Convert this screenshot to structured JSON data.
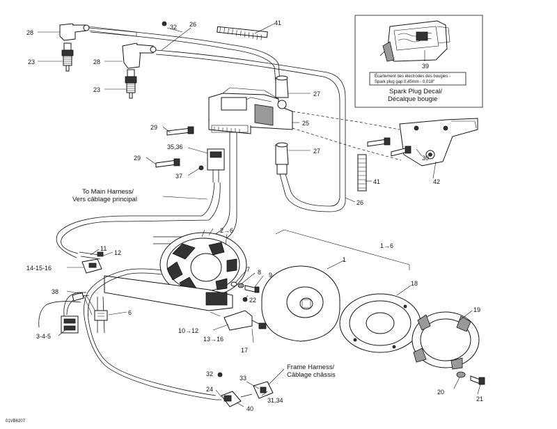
{
  "callouts": {
    "c1": "1",
    "c1to6": "1→6",
    "c2to6": "2→6",
    "c3_4_5": "3-4-5",
    "c6": "6",
    "c7": "7",
    "c8": "8",
    "c9": "9",
    "c10to12": "10→12",
    "c11": "11",
    "c12": "12",
    "c13to16": "13→16",
    "c14_15_16": "14-15-16",
    "c17": "17",
    "c18": "18",
    "c19": "19",
    "c20": "20",
    "c21": "21",
    "c22": "22",
    "c23a": "23",
    "c23b": "23",
    "c24": "24",
    "c25": "25",
    "c26a": "26",
    "c26b": "26",
    "c27a": "27",
    "c27b": "27",
    "c28a": "28",
    "c28b": "28",
    "c29a": "29",
    "c29b": "29",
    "c30": "30",
    "c31_34": "31,34",
    "c32a": "32",
    "c32b": "32",
    "c33": "33",
    "c35_36": "35,36",
    "c37": "37",
    "c38": "38",
    "c39": "39",
    "c40": "40",
    "c41a": "41",
    "c41b": "41",
    "c42": "42"
  },
  "notes": {
    "main_harness_line1": "To Main Harness/",
    "main_harness_line2": "Vers câblage principal",
    "frame_harness_line1": "Frame Harness/",
    "frame_harness_line2": "Câblage châssis",
    "decal_title_line1": "Spark Plug Decal/",
    "decal_title_line2": "Décalque bougie",
    "decal_text_line1": "Écartement des électrodes des bougies ‑",
    "decal_text_line2": "Spark plug gap     0,45mm - 0,018\""
  },
  "drawing_code": "01VB6207"
}
